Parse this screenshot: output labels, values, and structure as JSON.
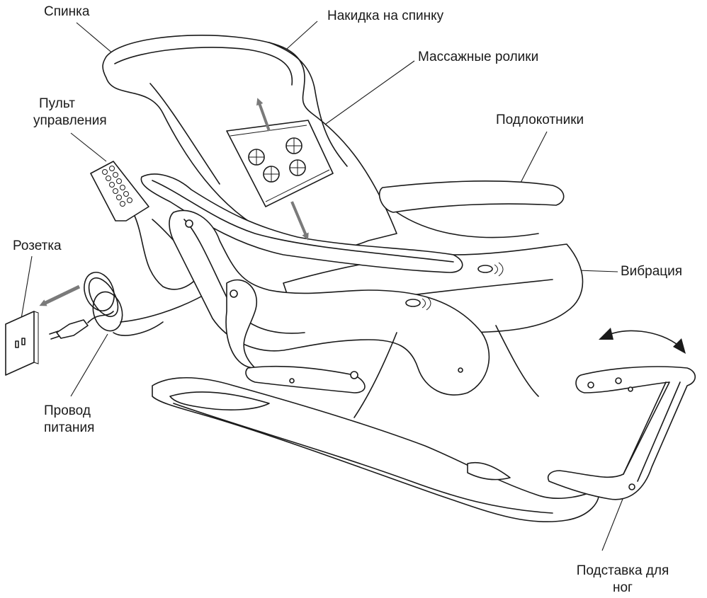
{
  "labels": {
    "backrest": "Спинка",
    "back_cover": "Накидка на спинку",
    "massage_rollers": "Массажные ролики",
    "remote_line1": "Пульт",
    "remote_line2": "управления",
    "armrests": "Подлокотники",
    "socket": "Розетка",
    "vibration": "Вибрация",
    "power_cord_line1": "Провод",
    "power_cord_line2": "питания",
    "footrest_line1": "Подставка для",
    "footrest_line2": "ног"
  },
  "colors": {
    "line": "#1a1a1a",
    "arrow": "#7a7a7a",
    "background": "#ffffff"
  }
}
